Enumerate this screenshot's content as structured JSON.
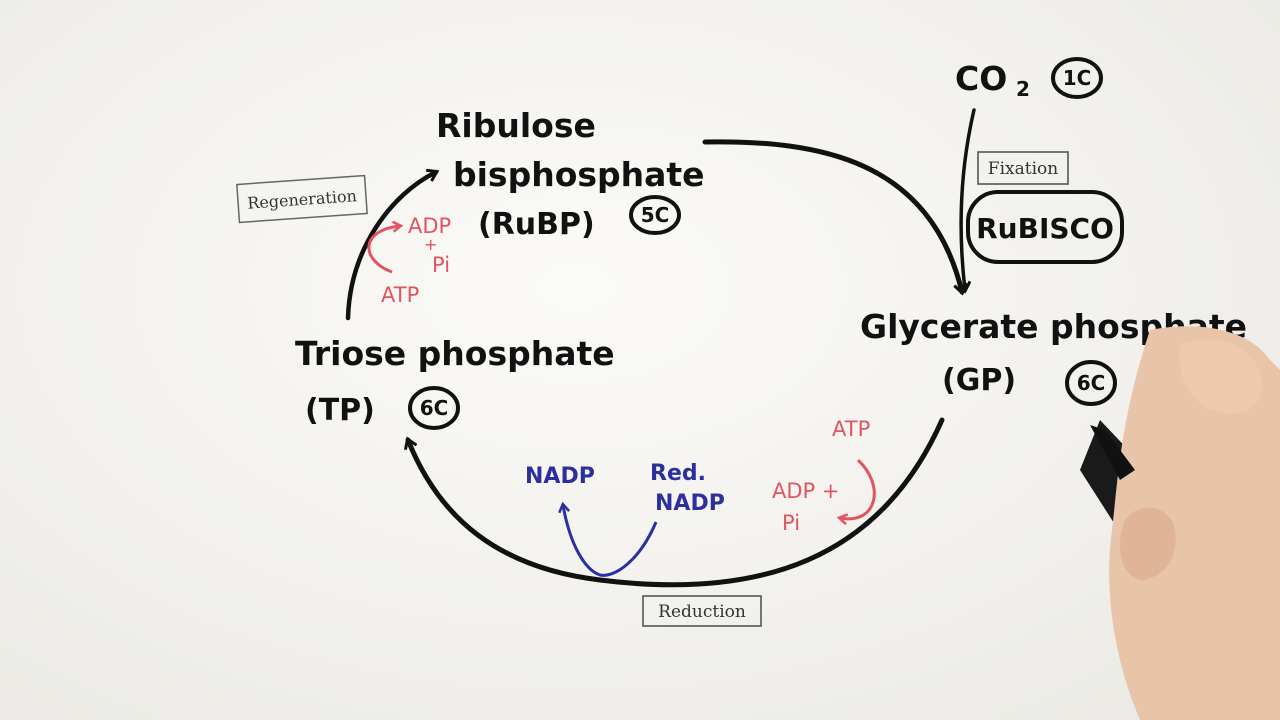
{
  "nodes": {
    "rubp": {
      "line1": "Ribulose",
      "line2": "bisphosphate",
      "abbr": "(RuBP)",
      "carbons": "5C"
    },
    "gp": {
      "line1": "Glycerate phosphate",
      "abbr": "(GP)",
      "carbons": "6C"
    },
    "tp": {
      "line1": "Triose phosphate",
      "abbr": "(TP)",
      "carbons": "6C"
    },
    "co2": {
      "formula": "CO",
      "subscript": "2",
      "carbons": "1C"
    }
  },
  "enzyme": {
    "label": "RuBISCO"
  },
  "stages": {
    "fixation": "Fixation",
    "reduction": "Reduction",
    "regeneration": "Regeneration"
  },
  "regeneration_inputs": {
    "atp": "ATP",
    "adp": "ADP",
    "plus": "+",
    "pi": "Pi"
  },
  "reduction_atp": {
    "atp": "ATP",
    "adp": "ADP +",
    "pi": "Pi"
  },
  "reduction_nadp": {
    "nadp": "NADP",
    "red_line1": "Red.",
    "red_line2": "NADP"
  },
  "colors": {
    "ink": "#111111",
    "atp_red": "#e2545f",
    "nadp_blue": "#2b2fa0"
  }
}
